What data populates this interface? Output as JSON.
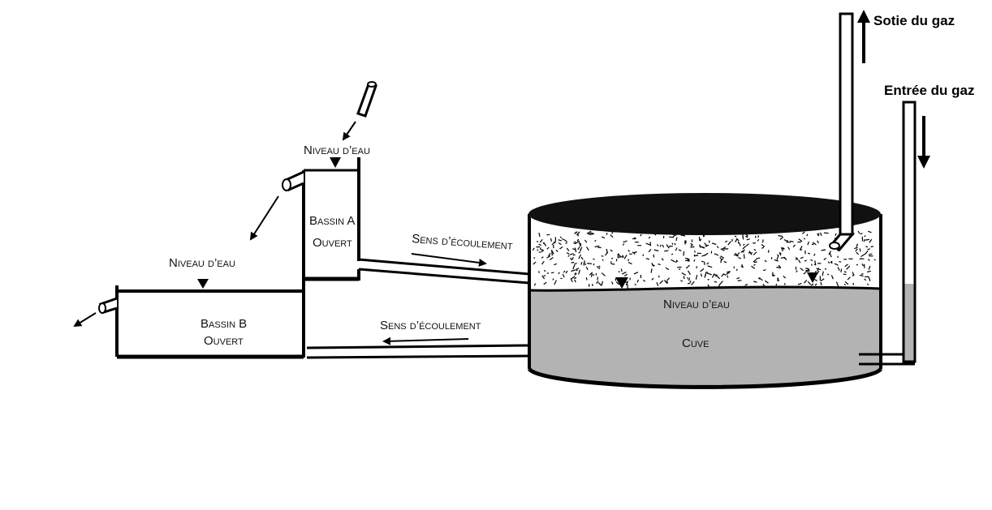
{
  "labels": {
    "gas_out": "Sotie du gaz",
    "gas_in": "Entrée du gaz",
    "water_level_a": "Niveau d’eau",
    "water_level_b": "Niveau d’eau",
    "water_level_tank": "Niveau d’eau",
    "basin_a_line1": "Bassin A",
    "basin_a_line2": "Ouvert",
    "basin_b_line1": "Bassin B",
    "basin_b_line2": "Ouvert",
    "flow_upper": "Sens d’écoulement",
    "flow_lower": "Sens d’écoulement",
    "tank": "Cuve"
  },
  "colors": {
    "stroke": "#000000",
    "liquid": "#b3b3b3",
    "tank_top": "#111111",
    "background": "#ffffff"
  }
}
